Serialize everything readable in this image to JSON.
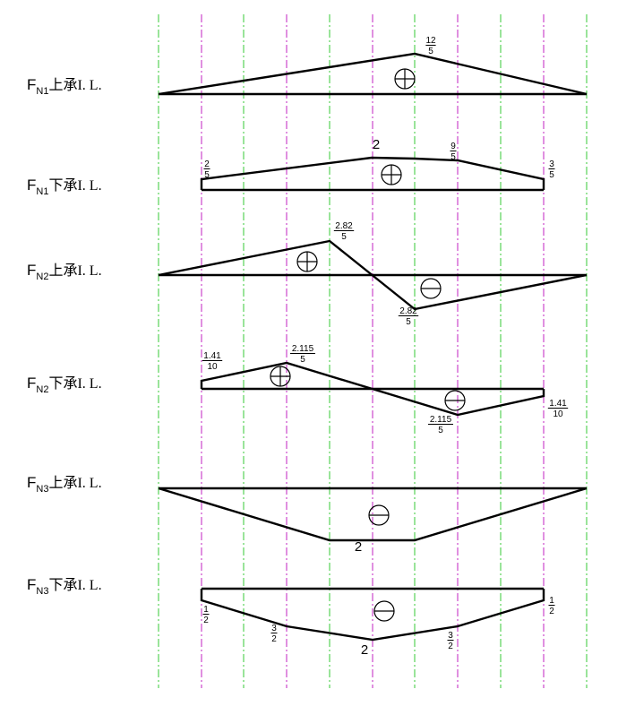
{
  "diagrams": [
    {
      "label": {
        "main": "F",
        "sub": "N1",
        "cn": "上承",
        "tail": "I. L."
      },
      "values": [
        {
          "type": "frac",
          "num": "12",
          "den": "5"
        }
      ],
      "signs": [
        "plus"
      ]
    },
    {
      "label": {
        "main": "F",
        "sub": "N1",
        "cn": "下承",
        "tail": "I. L."
      },
      "values": [
        {
          "type": "frac",
          "num": "2",
          "den": "5"
        },
        {
          "type": "plain",
          "text": "2"
        },
        {
          "type": "frac",
          "num": "9",
          "den": "5"
        },
        {
          "type": "frac",
          "num": "3",
          "den": "5"
        }
      ],
      "signs": [
        "plus"
      ]
    },
    {
      "label": {
        "main": "F",
        "sub": "N2",
        "cn": "上承",
        "tail": "I. L."
      },
      "values": [
        {
          "type": "frac",
          "num": "2.82",
          "den": "5"
        },
        {
          "type": "frac",
          "num": "2.82",
          "den": "5"
        }
      ],
      "signs": [
        "plus",
        "minus"
      ]
    },
    {
      "label": {
        "main": "F",
        "sub": "N2",
        "cn": "下承",
        "tail": "I. L."
      },
      "values": [
        {
          "type": "frac",
          "num": "1.41",
          "den": "10"
        },
        {
          "type": "frac",
          "num": "2.115",
          "den": "5"
        },
        {
          "type": "frac",
          "num": "2.115",
          "den": "5"
        },
        {
          "type": "frac",
          "num": "1.41",
          "den": "10"
        }
      ],
      "signs": [
        "plus",
        "minus"
      ]
    },
    {
      "label": {
        "main": "F",
        "sub": "N3",
        "cn": "上承",
        "tail": "I. L."
      },
      "values": [
        {
          "type": "plain",
          "text": "2"
        }
      ],
      "signs": [
        "minus"
      ]
    },
    {
      "label": {
        "main": "F",
        "sub": "N3",
        "cn": "下承",
        "tail": "I. L."
      },
      "values": [
        {
          "type": "frac",
          "num": "1",
          "den": "2"
        },
        {
          "type": "frac",
          "num": "3",
          "den": "2"
        },
        {
          "type": "plain",
          "text": "2"
        },
        {
          "type": "frac",
          "num": "3",
          "den": "2"
        },
        {
          "type": "frac",
          "num": "1",
          "den": "2"
        }
      ],
      "signs": [
        "minus"
      ]
    }
  ],
  "colors": {
    "grid_primary": "#35c935",
    "grid_secondary": "#c020c0",
    "ink": "#000000"
  }
}
